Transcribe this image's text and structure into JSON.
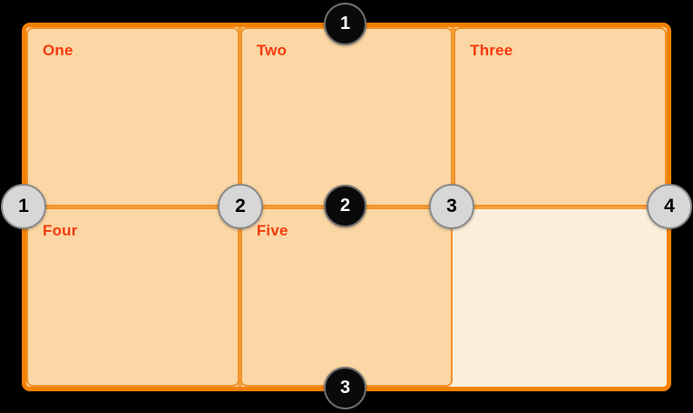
{
  "diagram": {
    "background_color": "#000000",
    "grid": {
      "container_border_color": "#F58103",
      "container_background_color": "#FCEFDA",
      "cell_fill_color": "#FBD7A5",
      "cell_border_color": "#F0922B",
      "grid_line_color": "#F7A13C",
      "cell_label_color": "#F53B0D",
      "columns": 3,
      "rows": 2,
      "cells": [
        {
          "label": "One"
        },
        {
          "label": "Two"
        },
        {
          "label": "Three"
        },
        {
          "label": "Four"
        },
        {
          "label": "Five"
        }
      ]
    },
    "row_line_markers": {
      "fill_color": "#0A0A0A",
      "ring_color": "#6F6F6F",
      "text_color": "#FFFFFF",
      "items": [
        {
          "number": "1"
        },
        {
          "number": "2"
        },
        {
          "number": "3"
        }
      ]
    },
    "column_line_markers": {
      "fill_color": "#D7D7D7",
      "ring_color": "#8A8A8A",
      "text_color": "#000000",
      "items": [
        {
          "number": "1"
        },
        {
          "number": "2"
        },
        {
          "number": "3"
        },
        {
          "number": "4"
        }
      ]
    }
  }
}
